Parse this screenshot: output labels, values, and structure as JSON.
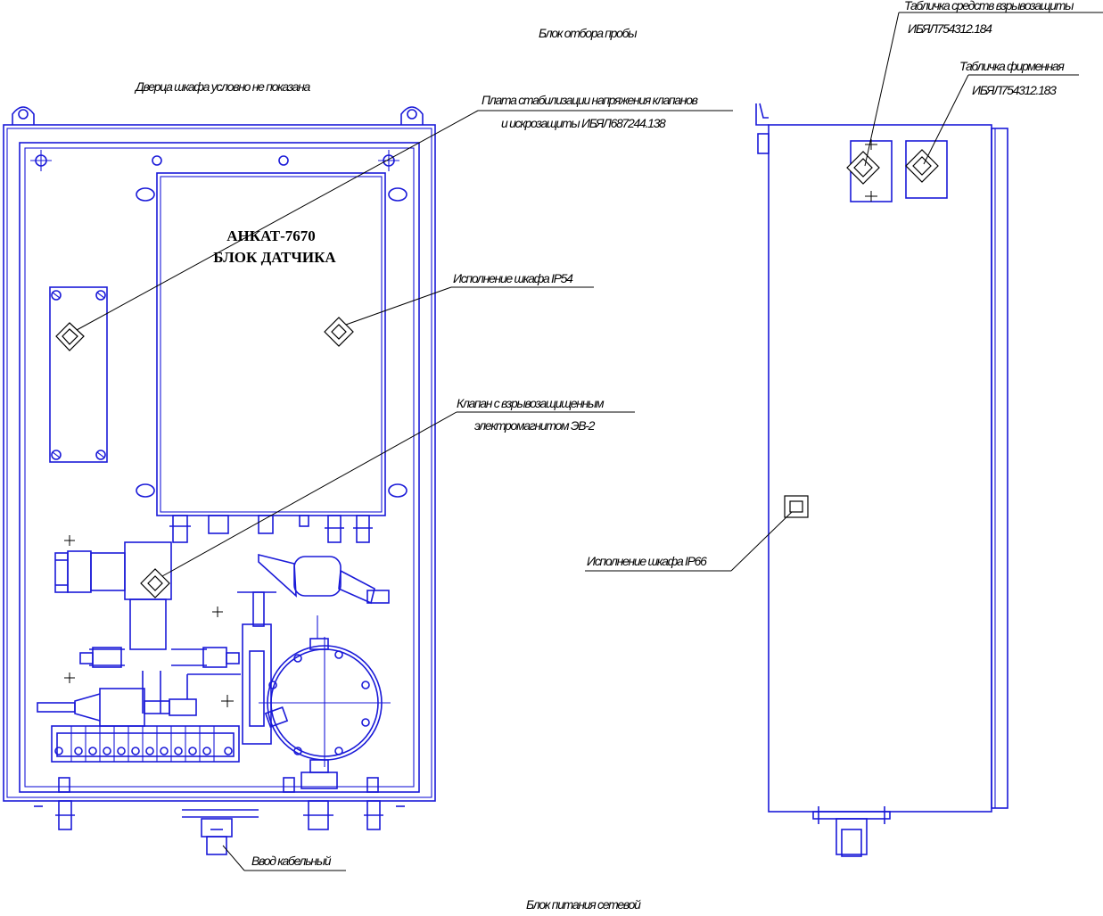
{
  "drawing": {
    "title_top": "Блок отбора пробы",
    "title_bottom": "Блок питания сетевой",
    "door_note": "Дверца шкафа условно не показана",
    "device_name_line1": "АНКАТ-7670",
    "device_name_line2": "БЛОК ДАТЧИКА"
  },
  "callouts": {
    "stab_plate_line1": "Плата стабилизации напряжения клапанов",
    "stab_plate_line2": "и искрозащиты ИБЯЛ687244.138",
    "ip54": "Исполнение шкафа IP54",
    "valve_line1": "Клапан с взрывозащищенным",
    "valve_line2": "электромагнитом ЭВ-2",
    "cable_entry": "Ввод кабельный",
    "ip66": "Исполнение шкафа IP66",
    "ex_plate_line1": "Табличка средств взрывозащиты",
    "ex_plate_line2": "ИБЯЛ754312.184",
    "firm_plate_line1": "Табличка фирменная",
    "firm_plate_line2": "ИБЯЛ754312.183"
  },
  "colors": {
    "drawing_lines": "#1a1ad8",
    "leader_lines": "#000000",
    "background": "#ffffff"
  }
}
